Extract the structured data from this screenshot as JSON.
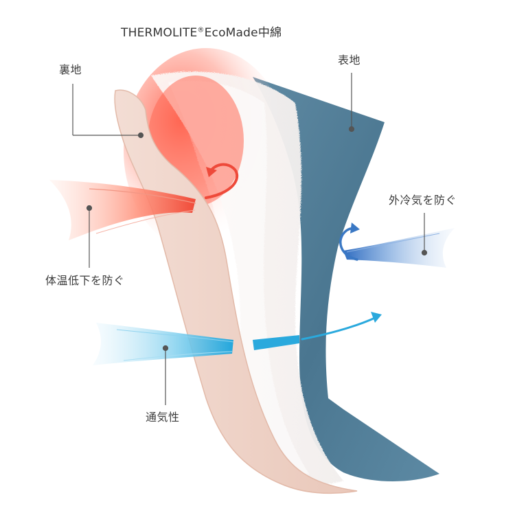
{
  "title": {
    "main": "THERMOLITE",
    "reg_mark": "®",
    "rest": "EcoMade中綿"
  },
  "labels": {
    "lining": "裏地",
    "outer": "表地",
    "block_cold": "外冷気を防ぐ",
    "keep_warm": "体温低下を防ぐ",
    "breathable": "通気性"
  },
  "colors": {
    "outer_fabric": "#4f7c95",
    "lining_fabric": "#efd6cc",
    "warm_arrow": "#ee4a3a",
    "cool_arrow": "#2aa9dd",
    "cold_arrow": "#3a78c4",
    "leader_line": "#555555",
    "text": "#3b3b3b"
  },
  "icons": {
    "warm_curl": "curved-arrow-icon",
    "cold_curl": "curved-arrow-icon",
    "breath_arrow": "arrow-right-icon"
  }
}
